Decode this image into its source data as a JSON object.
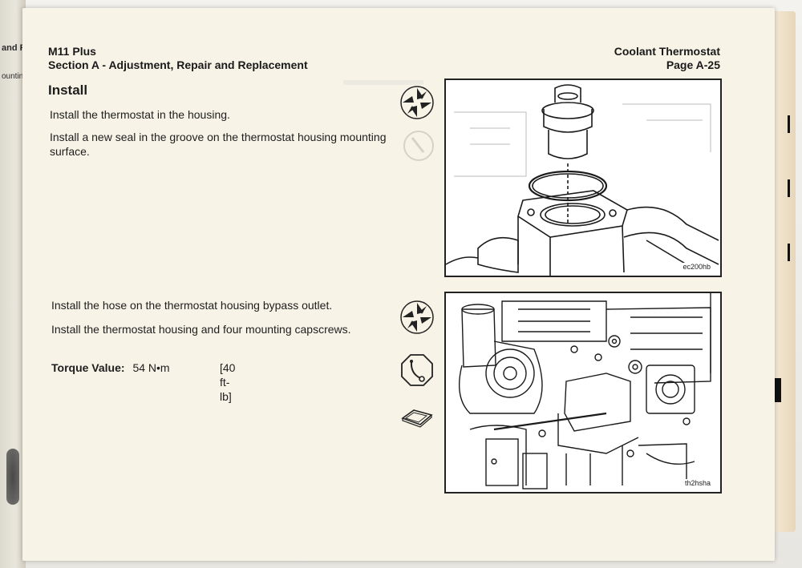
{
  "header": {
    "model": "M11 Plus",
    "section": "Section A - Adjustment, Repair and Replacement",
    "topic": "Coolant Thermostat",
    "page": "Page A-25"
  },
  "left_page": {
    "fragment1": "and Re",
    "fragment2": "ounting s"
  },
  "step1": {
    "heading": "Install",
    "line1": "Install the thermostat in the housing.",
    "line2": "Install a new seal in the groove on the thermostat housing mounting surface.",
    "figure_code": "ec200hb"
  },
  "step2": {
    "line1": "Install the hose on the thermostat housing bypass outlet.",
    "line2": "Install the thermostat housing and four mounting capscrews.",
    "torque_label": "Torque Value:",
    "torque_metric": "54 N•m",
    "torque_imperial": "[40 ft-lb]",
    "figure_code": "th2hsha"
  },
  "icons": [
    "wrench-tools-icon",
    "torque-wrench-icon",
    "gasket-icon"
  ]
}
